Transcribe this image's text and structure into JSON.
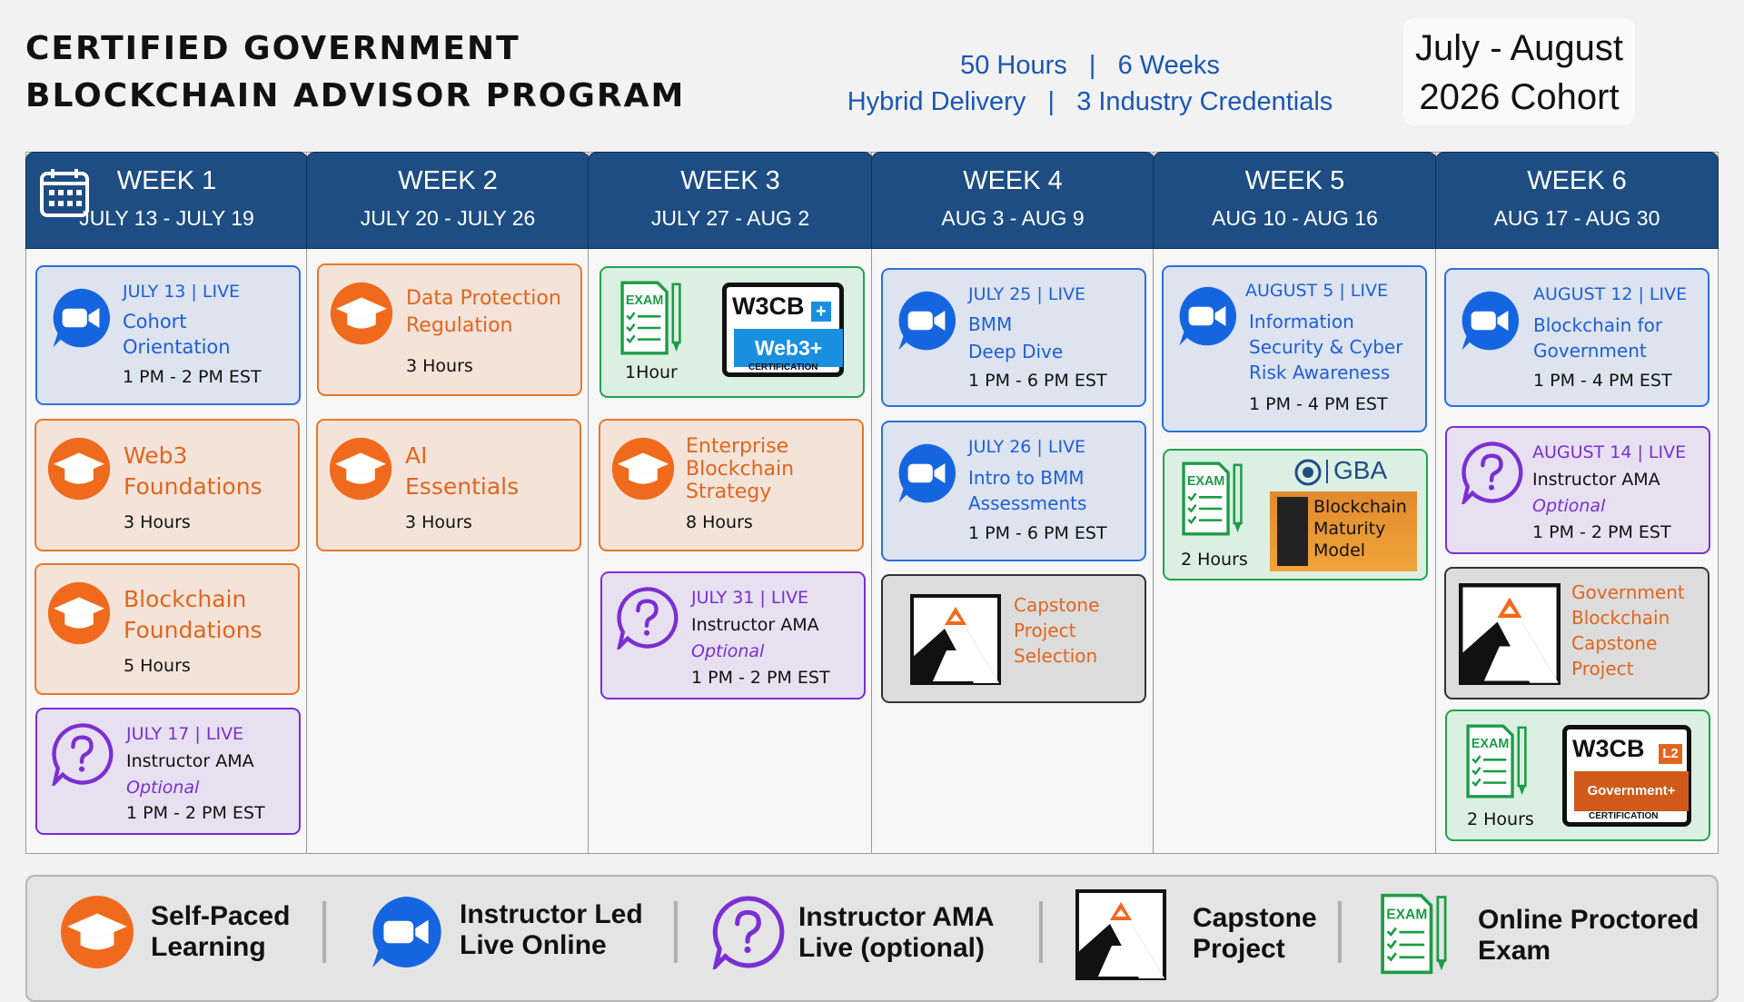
{
  "header": {
    "title_line1": "CERTIFIED GOVERNMENT",
    "title_line2": "BLOCKCHAIN ADVISOR PROGRAM",
    "stats_line1": "50 Hours   |   6 Weeks",
    "stats_line2": "Hybrid Delivery   |   3 Industry Credentials",
    "cohort_line1": "July - August",
    "cohort_line2": "2026 Cohort"
  },
  "weeks": [
    {
      "label": "WEEK 1",
      "dates": "JULY 13 - JULY 19"
    },
    {
      "label": "WEEK 2",
      "dates": "JULY 20 - JULY 26"
    },
    {
      "label": "WEEK 3",
      "dates": "JULY 27 - AUG 2"
    },
    {
      "label": "WEEK 4",
      "dates": "AUG 3 - AUG 9"
    },
    {
      "label": "WEEK 5",
      "dates": "AUG 10 - AUG 16"
    },
    {
      "label": "WEEK 6",
      "dates": "AUG 17 - AUG 30"
    }
  ],
  "cards": {
    "w1_live": {
      "date": "JULY 13  |  LIVE",
      "title1": "Cohort",
      "title2": "Orientation",
      "time": "1 PM - 2 PM EST"
    },
    "w1_web3": {
      "title1": "Web3",
      "title2": "Foundations",
      "hours": "3 Hours"
    },
    "w1_blockchain": {
      "title1": "Blockchain",
      "title2": "Foundations",
      "hours": "5 Hours"
    },
    "w1_ama": {
      "date": "JULY 17  |  LIVE",
      "title": "Instructor AMA",
      "optional": "Optional",
      "time": "1 PM - 2 PM EST"
    },
    "w2_data": {
      "title1": "Data Protection",
      "title2": "Regulation",
      "hours": "3 Hours"
    },
    "w2_ai": {
      "title1": "AI",
      "title2": "Essentials",
      "hours": "3 Hours"
    },
    "w3_exam": {
      "hours": "1Hour",
      "logo": "W3CB",
      "badge": "Web3+",
      "cert": "CERTIFICATION",
      "exam_label": "EXAM"
    },
    "w3_enterprise": {
      "title1": "Enterprise",
      "title2": "Blockchain",
      "title3": "Strategy",
      "hours": "8 Hours"
    },
    "w3_ama": {
      "date": "JULY 31  |  LIVE",
      "title": "Instructor AMA",
      "optional": "Optional",
      "time": "1 PM - 2 PM EST"
    },
    "w4_bmm": {
      "date": "JULY 25  |  LIVE",
      "title1": "BMM",
      "title2": "Deep Dive",
      "time": "1 PM - 6 PM EST"
    },
    "w4_intro": {
      "date": "JULY 26  |  LIVE",
      "title1": "Intro to BMM",
      "title2": "Assessments",
      "time": "1 PM - 6 PM EST"
    },
    "w4_capstone": {
      "title1": "Capstone",
      "title2": "Project",
      "title3": "Selection"
    },
    "w5_security": {
      "date": "AUGUST 5 | LIVE",
      "title1": "Information",
      "title2": "Security & Cyber",
      "title3": "Risk Awareness",
      "time": "1 PM - 4 PM EST"
    },
    "w5_exam": {
      "hours": "2 Hours",
      "gba": "GBA",
      "bmm1": "Blockchain",
      "bmm2": "Maturity",
      "bmm3": "Model",
      "exam_label": "EXAM"
    },
    "w6_gov": {
      "date": "AUGUST 12 | LIVE",
      "title1": "Blockchain for",
      "title2": "Government",
      "time": "1 PM - 4 PM EST"
    },
    "w6_ama": {
      "date": "AUGUST 14 | LIVE",
      "title": "Instructor AMA",
      "optional": "Optional",
      "time": "1 PM - 2 PM EST"
    },
    "w6_capstone": {
      "title1": "Government",
      "title2": "Blockchain",
      "title3": "Capstone",
      "title4": "Project"
    },
    "w6_exam": {
      "hours": "2 Hours",
      "logo": "W3CB",
      "level": "L2",
      "badge": "Government+",
      "cert": "CERTIFICATION",
      "exam_label": "EXAM"
    }
  },
  "legend": {
    "self_paced1": "Self-Paced",
    "self_paced2": "Learning",
    "instructor1": "Instructor Led",
    "instructor2": "Live Online",
    "ama1": "Instructor AMA",
    "ama2": "Live (optional)",
    "capstone1": "Capstone",
    "capstone2": "Project",
    "exam1": "Online Proctored",
    "exam2": "Exam",
    "exam_label": "EXAM"
  },
  "colors": {
    "header_blue": "#1d4d82",
    "live_blue": "#1e5fd6",
    "self_paced_orange": "#e0661e",
    "ama_purple": "#7a2fd3",
    "exam_green": "#20a54b"
  }
}
